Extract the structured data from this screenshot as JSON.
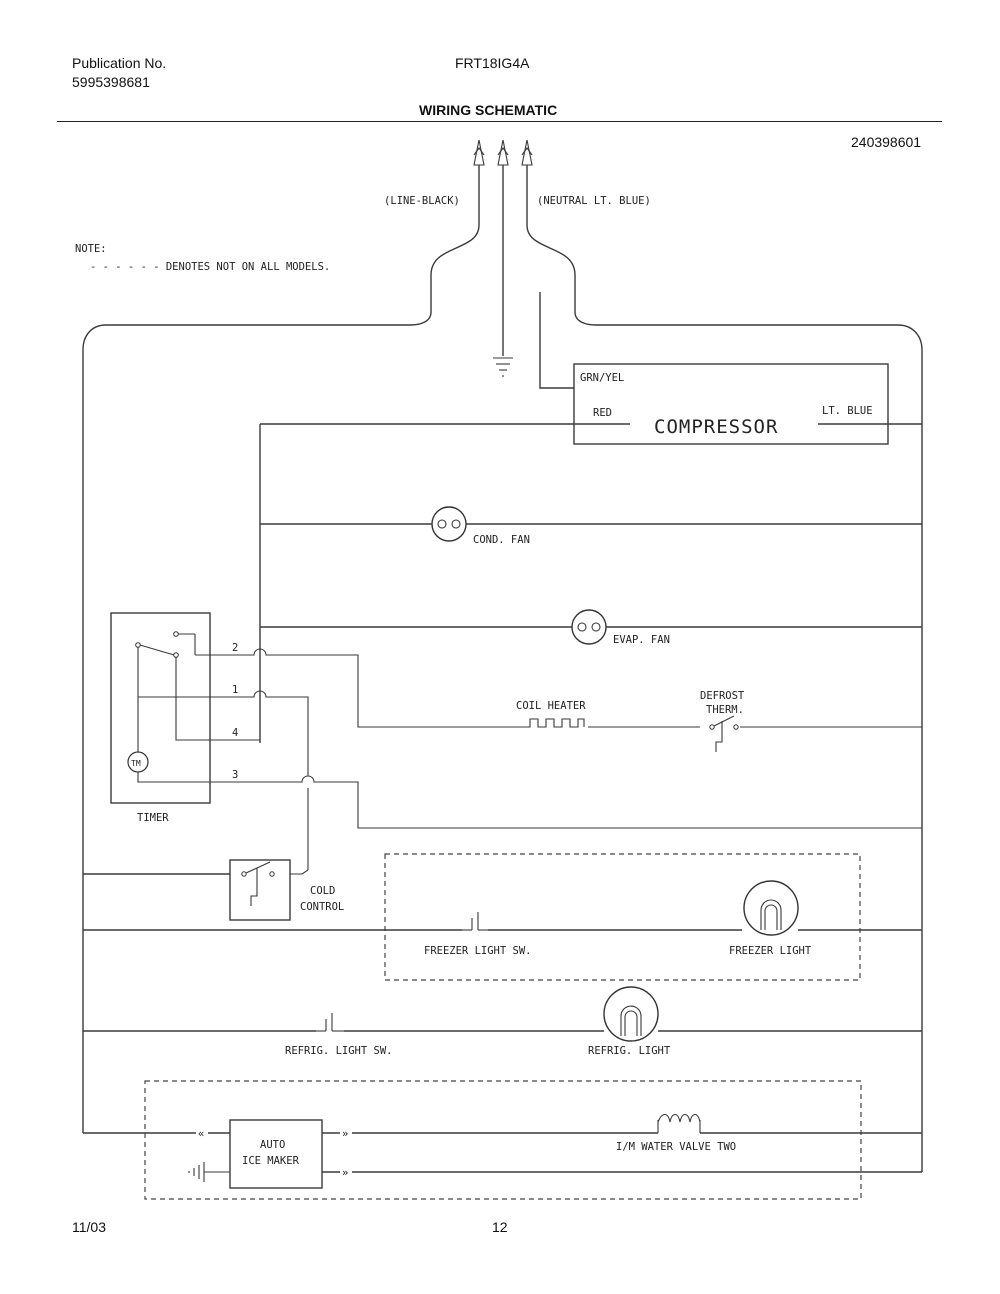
{
  "header": {
    "publication_label": "Publication No.",
    "publication_number": "5995398681",
    "model": "FRT18IG4A",
    "title": "WIRING SCHEMATIC",
    "drawing_number": "240398601"
  },
  "footer": {
    "date": "11/03",
    "page": "12"
  },
  "diagram": {
    "line_label": "(LINE-BLACK)",
    "neutral_label": "(NEUTRAL LT. BLUE)",
    "note_title": "NOTE:",
    "note_text": "- - - - - - DENOTES NOT ON ALL MODELS.",
    "grn_yel": "GRN/YEL",
    "red": "RED",
    "compressor": "COMPRESSOR",
    "lt_blue": "LT. BLUE",
    "cond_fan": "COND. FAN",
    "evap_fan": "EVAP. FAN",
    "terminal_2": "2",
    "terminal_1": "1",
    "terminal_4": "4",
    "terminal_3": "3",
    "tm": "TM",
    "timer": "TIMER",
    "coil_heater": "COIL HEATER",
    "defrost": "DEFROST",
    "therm": "THERM.",
    "cold": "COLD",
    "control": "CONTROL",
    "freezer_light_sw": "FREEZER LIGHT SW.",
    "freezer_light": "FREEZER LIGHT",
    "refrig_light_sw": "REFRIG. LIGHT SW.",
    "refrig_light": "REFRIG. LIGHT",
    "auto": "AUTO",
    "ice_maker": "ICE MAKER",
    "water_valve": "I/M WATER VALVE TWO"
  }
}
